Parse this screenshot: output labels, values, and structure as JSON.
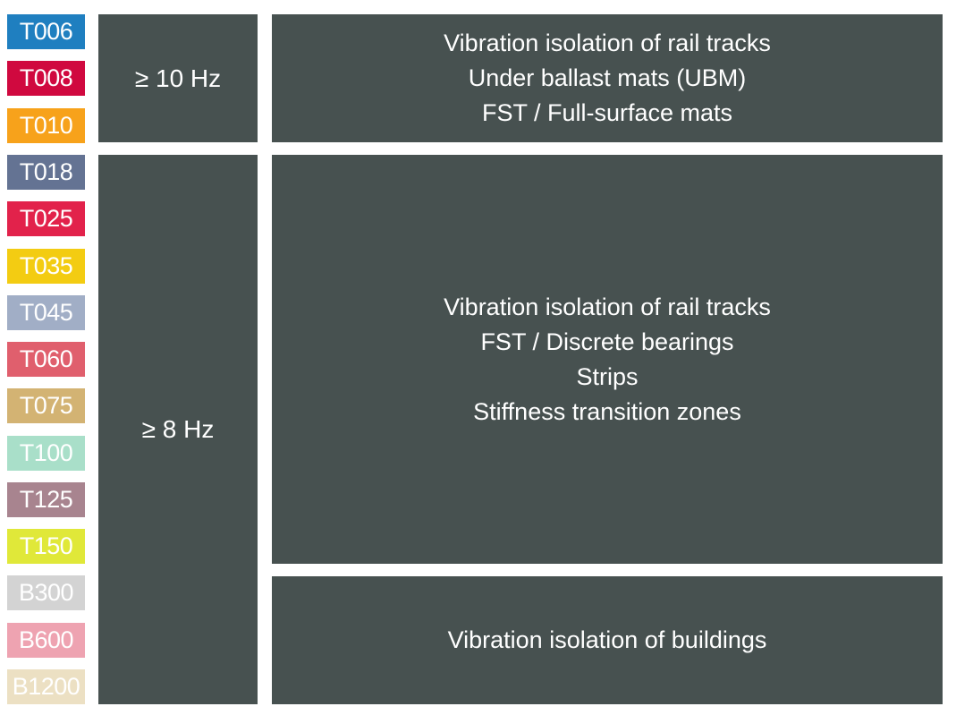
{
  "grades": [
    {
      "label": "T006",
      "color": "#1f7fc0"
    },
    {
      "label": "T008",
      "color": "#d0093f"
    },
    {
      "label": "T010",
      "color": "#f7a21b"
    },
    {
      "label": "T018",
      "color": "#647393"
    },
    {
      "label": "T025",
      "color": "#e2224b"
    },
    {
      "label": "T035",
      "color": "#f3cc12"
    },
    {
      "label": "T045",
      "color": "#a1aec6"
    },
    {
      "label": "T060",
      "color": "#e05f6d"
    },
    {
      "label": "T075",
      "color": "#d3b373"
    },
    {
      "label": "T100",
      "color": "#a9dfc9"
    },
    {
      "label": "T125",
      "color": "#a8848f"
    },
    {
      "label": "T150",
      "color": "#e0e839"
    },
    {
      "label": "B300",
      "color": "#d3d3d3"
    },
    {
      "label": "B600",
      "color": "#eea3b1"
    },
    {
      "label": "B1200",
      "color": "#ece0c3"
    }
  ],
  "frequencies": [
    {
      "label": "≥ 10 Hz"
    },
    {
      "label": "≥ 8 Hz"
    }
  ],
  "applications": [
    {
      "lines": [
        "Vibration isolation of rail tracks",
        "Under ballast mats (UBM)",
        "FST / Full-surface mats"
      ]
    },
    {
      "lines": [
        "Vibration isolation of rail tracks",
        "FST / Discrete bearings",
        "Strips",
        "Stiffness transition zones"
      ]
    },
    {
      "lines": [
        "Vibration isolation of buildings"
      ]
    }
  ],
  "colors": {
    "box_background": "#475150",
    "text": "#ffffff"
  }
}
